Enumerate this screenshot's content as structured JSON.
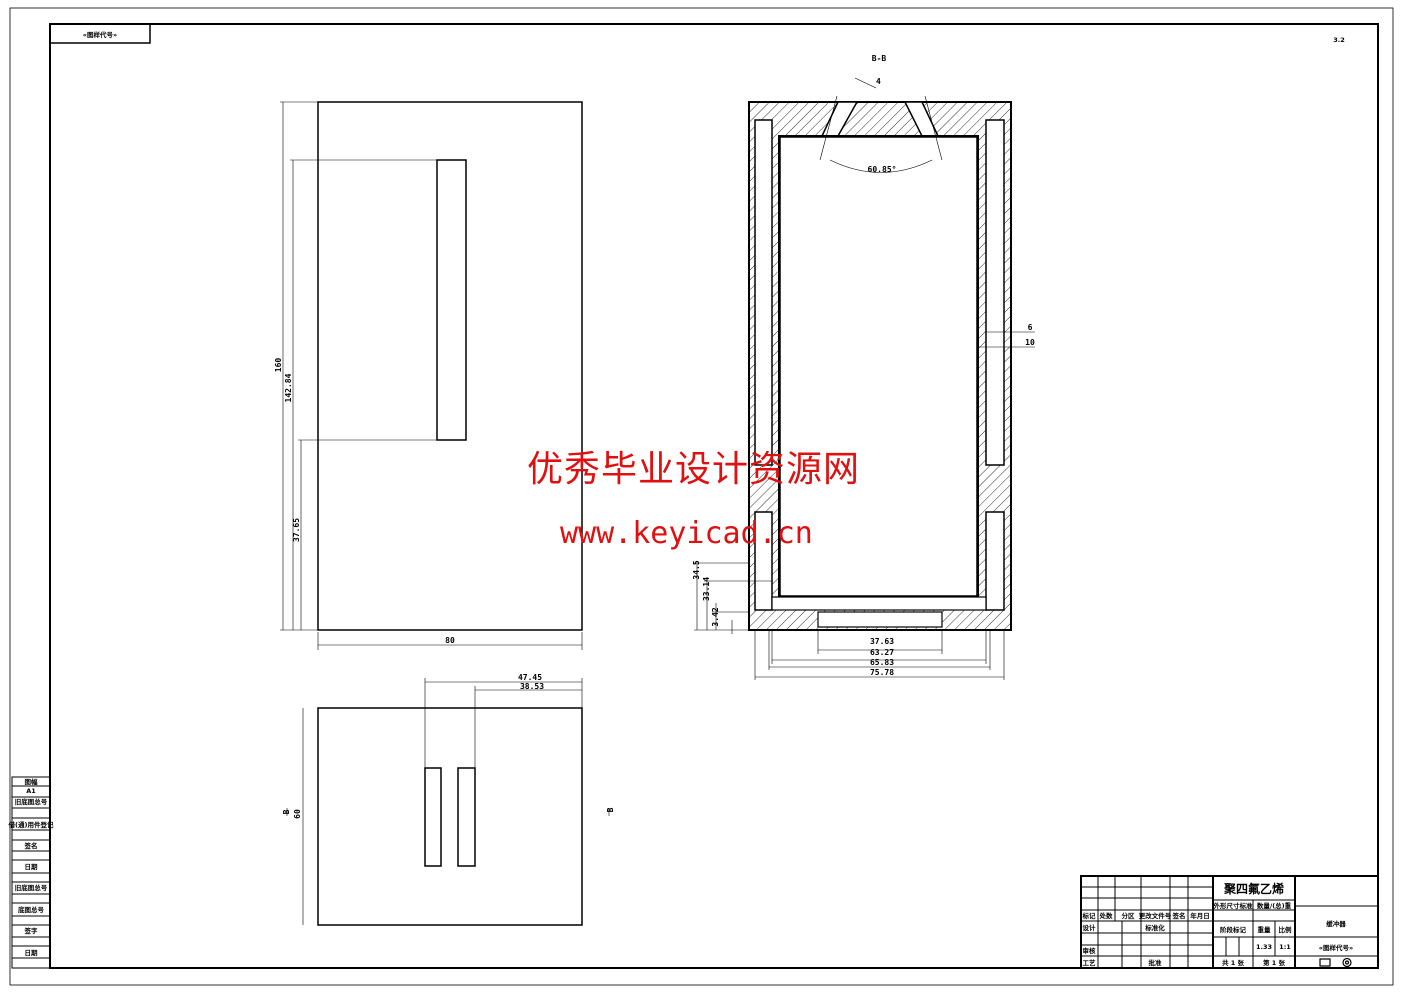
{
  "frame": {
    "code_label": "«图样代号»",
    "roughness_note": "3.2"
  },
  "front_view": {
    "dims": {
      "height": "160",
      "slot_top": "142.84",
      "slot_bottom": "37.65",
      "width": "80"
    }
  },
  "bottom_view": {
    "dims": {
      "slot1": "47.45",
      "slot2": "38.53",
      "depth": "60"
    },
    "section_mark": "B"
  },
  "section_view": {
    "title": "B-B",
    "dims": {
      "angle": "60.85°",
      "hole": "4",
      "wall_inner": "6",
      "wall_outer": "10",
      "h1": "34.5",
      "h2": "33.14",
      "h3": "3.42",
      "w1": "37.63",
      "w2": "63.27",
      "w3": "65.83",
      "w4": "75.78"
    }
  },
  "watermark": {
    "line1": "优秀毕业设计资源网",
    "line2": "www.keyicad.cn"
  },
  "left_strip": [
    "图幅",
    "A1",
    "旧底图总号",
    "底图总号",
    "签名",
    "日期",
    "借(通)用件登记",
    "旧底图总号",
    "签字",
    "日期"
  ],
  "title_block": {
    "material": "聚四氟乙烯",
    "material_sub1": "外形尺寸标准",
    "material_sub2": "数量/(总)重",
    "part_name": "缓冲器",
    "drawing_code": "«图样代号»",
    "headers": [
      "标记",
      "处数",
      "分区",
      "更改文件号",
      "签名",
      "年月日"
    ],
    "design": "设计",
    "standard": "标准化",
    "review": "审核",
    "process": "工艺",
    "approve": "批准",
    "stage": "阶段标记",
    "weight_label": "重量",
    "scale_label": "比例",
    "weight": "1.33",
    "scale": "1:1",
    "sheets_total": "共 1 张",
    "sheet_no": "第 1 张"
  }
}
